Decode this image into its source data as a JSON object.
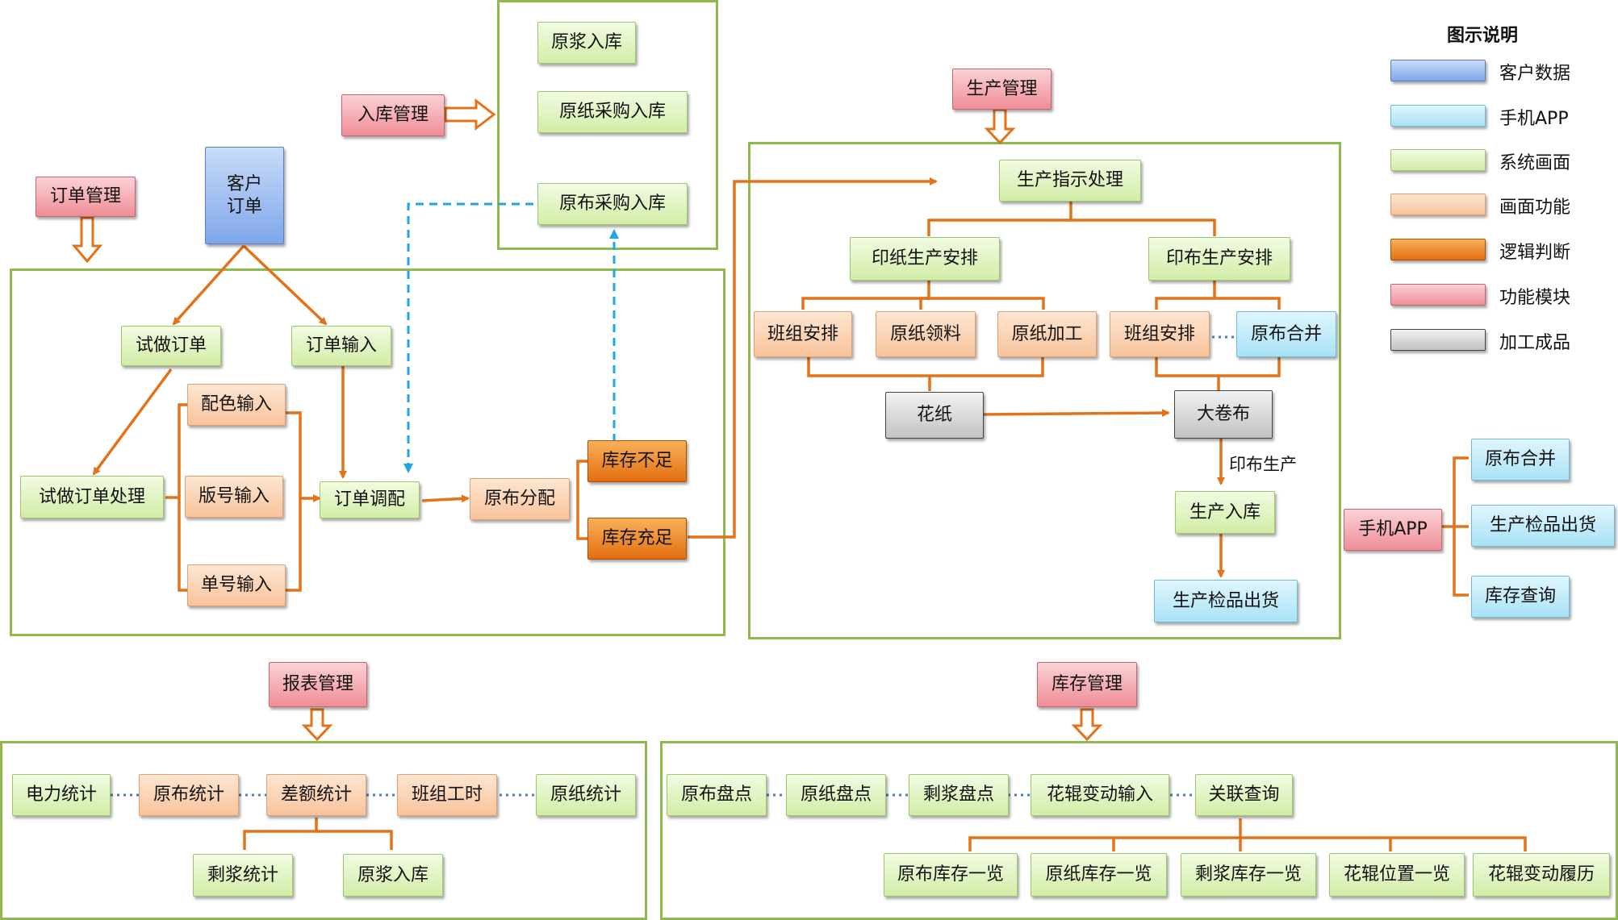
{
  "legend": {
    "title": "图示说明",
    "items": [
      {
        "key": "cust",
        "label": "客户数据"
      },
      {
        "key": "app",
        "label": "手机APP"
      },
      {
        "key": "sys",
        "label": "系统画面"
      },
      {
        "key": "func",
        "label": "画面功能"
      },
      {
        "key": "logic",
        "label": "逻辑判断"
      },
      {
        "key": "mod",
        "label": "功能模块"
      },
      {
        "key": "prod",
        "label": "加工成品"
      }
    ]
  },
  "modules": {
    "order": "订单管理",
    "inbound": "入库管理",
    "production": "生产管理",
    "report": "报表管理",
    "inventory": "库存管理",
    "app": "手机APP"
  },
  "order": {
    "customer_order": "客户\n订单",
    "trial_order": "试做订单",
    "order_input": "订单输入",
    "trial_process": "试做订单处理",
    "color_input": "配色输入",
    "plate_input": "版号输入",
    "number_input": "单号输入",
    "order_dispatch": "订单调配",
    "cloth_alloc": "原布分配",
    "stock_short": "库存不足",
    "stock_enough": "库存充足"
  },
  "inbound": {
    "pulp_in": "原浆入库",
    "paper_purchase": "原纸采购入库",
    "cloth_purchase": "原布采购入库"
  },
  "production": {
    "instruction": "生产指示处理",
    "paper_plan": "印纸生产安排",
    "cloth_plan": "印布生产安排",
    "team_paper": "班组安排",
    "paper_pick": "原纸领料",
    "paper_process": "原纸加工",
    "team_cloth": "班组安排",
    "cloth_merge": "原布合并",
    "printed_paper": "花纸",
    "big_roll": "大卷布",
    "print_label": "印布生产",
    "prod_in": "生产入库",
    "inspect_ship": "生产检品出货"
  },
  "app_items": [
    "原布合并",
    "生产检品出货",
    "库存查询"
  ],
  "report": {
    "row": [
      "电力统计",
      "原布统计",
      "差额统计",
      "班组工时",
      "原纸统计"
    ],
    "sub": [
      "剩浆统计",
      "原浆入库"
    ]
  },
  "inventory": {
    "row": [
      "原布盘点",
      "原纸盘点",
      "剩浆盘点",
      "花辊变动输入",
      "关联查询"
    ],
    "sub": [
      "原布库存一览",
      "原纸库存一览",
      "剩浆库存一览",
      "花辊位置一览",
      "花辊变动履历"
    ]
  },
  "colors": {
    "frame": "#8db94f",
    "connector": "#e2731a",
    "dashed_link": "#1ea7e6",
    "dotted_link": "#4a7fc0"
  }
}
